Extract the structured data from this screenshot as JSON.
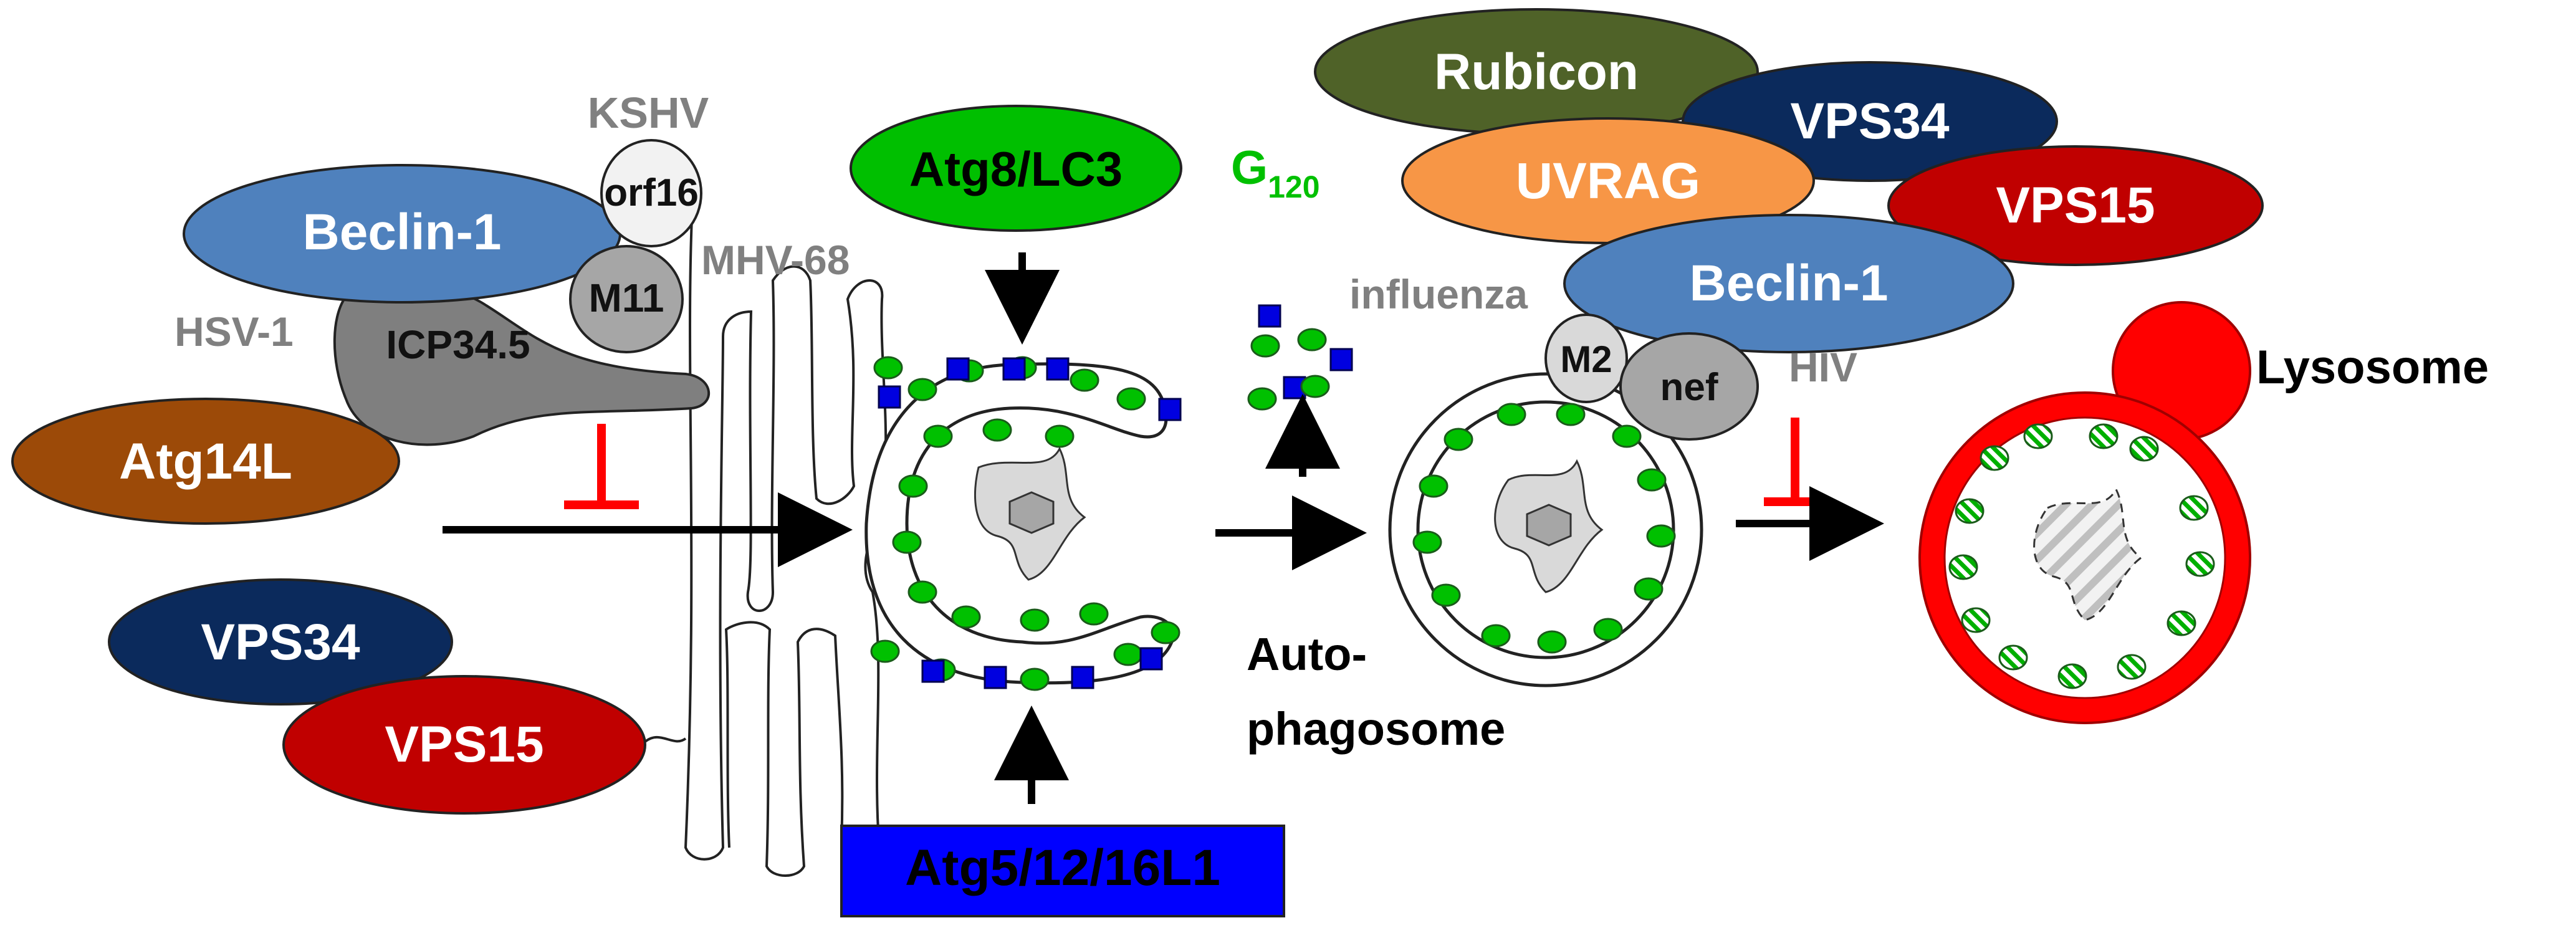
{
  "labels": {
    "kshv": "KSHV",
    "orf16": "orf16",
    "beclin_left": "Beclin-1",
    "m11": "M11",
    "mhv68": "MHV-68",
    "hsv1": "HSV-1",
    "icp345": "ICP34.5",
    "atg14l": "Atg14L",
    "vps34_left": "VPS34",
    "vps15_left": "VPS15",
    "atg8lc3": "Atg8/LC3",
    "g120_main": "G",
    "g120_sub": "120",
    "atg51216": "Atg5/12/16L1",
    "rubicon": "Rubicon",
    "vps34_right": "VPS34",
    "uvrag": "UVRAG",
    "vps15_right": "VPS15",
    "beclin_right": "Beclin-1",
    "influenza": "influenza",
    "m2": "M2",
    "nef": "nef",
    "hiv": "HIV",
    "autophagosome_line1": "Auto-",
    "autophagosome_line2": "phagosome",
    "lysosome": "Lysosome"
  },
  "colors": {
    "beclin": "#4f81bd",
    "atg14l": "#9c4a08",
    "vps34": "#0b2a5c",
    "vps15": "#c00000",
    "atg8": "#00bf00",
    "atg5_box": "#0000ff",
    "rubicon": "#4f6228",
    "uvrag": "#f79646",
    "lc3_dot": "#00c000",
    "atg_square": "#0000e0",
    "inhibit": "#ff0000",
    "lysosome": "#ff0000",
    "virus_label": "#808080",
    "icp345": "#7f7f7f",
    "m11": "#a6a6a6",
    "m2": "#d9d9d9",
    "nef": "#a6a6a6",
    "orf16": "#f2f2f2"
  },
  "icons": [
    "down-arrow",
    "up-arrow",
    "right-arrow",
    "inhibition-bar"
  ]
}
